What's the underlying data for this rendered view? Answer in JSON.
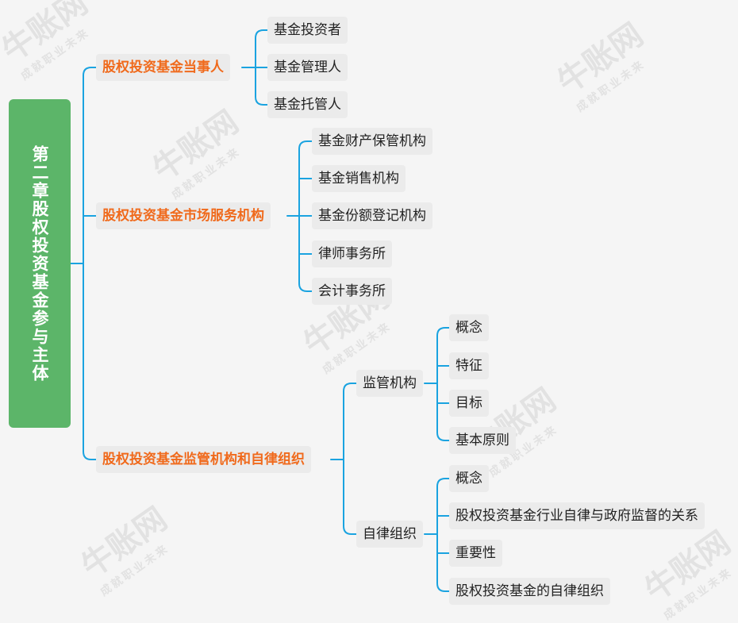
{
  "root": {
    "label": "第二章股权投资基金参与主体"
  },
  "branches": [
    {
      "label": "股权投资基金当事人",
      "children": [
        "基金投资者",
        "基金管理人",
        "基金托管人"
      ]
    },
    {
      "label": "股权投资基金市场服务机构",
      "children": [
        "基金财产保管机构",
        "基金销售机构",
        "基金份额登记机构",
        "律师事务所",
        "会计事务所"
      ]
    },
    {
      "label": "股权投资基金监管机构和自律组织",
      "children": [
        {
          "label": "监管机构",
          "children": [
            "概念",
            "特征",
            "目标",
            "基本原则"
          ]
        },
        {
          "label": "自律组织",
          "children": [
            "概念",
            "股权投资基金行业自律与政府监督的关系",
            "重要性",
            "股权投资基金的自律组织"
          ]
        }
      ]
    }
  ],
  "watermark": {
    "brand": "牛账网",
    "slogan": "成就职业未来"
  },
  "colors": {
    "root_bg": "#5cb569",
    "branch_text": "#f06a1c",
    "line": "#1aa3e0",
    "node_bg": "#ebebeb"
  }
}
